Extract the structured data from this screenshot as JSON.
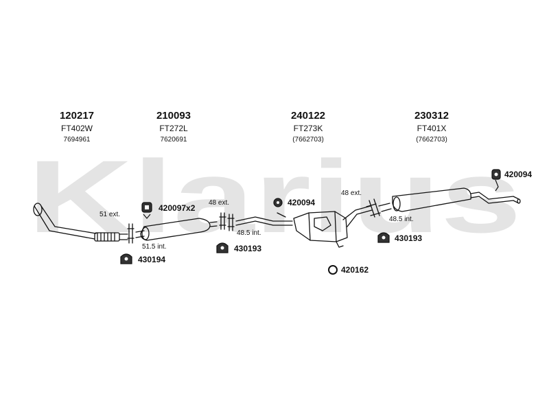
{
  "watermark": {
    "text": "Klarius",
    "color": "#e4e4e4"
  },
  "parts": [
    {
      "number": "120217",
      "code": "FT402W",
      "ref": "7694961"
    },
    {
      "number": "210093",
      "code": "FT272L",
      "ref": "7620691"
    },
    {
      "number": "240122",
      "code": "FT273K",
      "ref": "(7662703)"
    },
    {
      "number": "230312",
      "code": "FT401X",
      "ref": "(7662703)"
    }
  ],
  "fittings": {
    "f420094_rear": "420094",
    "f420097": "420097x2",
    "f420094_mid": "420094",
    "f430193_mid": "430193",
    "f430193_rear": "430193",
    "f430194": "430194",
    "f420162": "420162"
  },
  "dimensions": {
    "d51ext": "51 ext.",
    "d51int": "51.5 int.",
    "d48ext_a": "48 ext.",
    "d48int_a": "48.5 int.",
    "d48ext_b": "48 ext.",
    "d48int_b": "48.5 int."
  },
  "colors": {
    "line": "#111111",
    "watermark": "#e4e4e4"
  }
}
